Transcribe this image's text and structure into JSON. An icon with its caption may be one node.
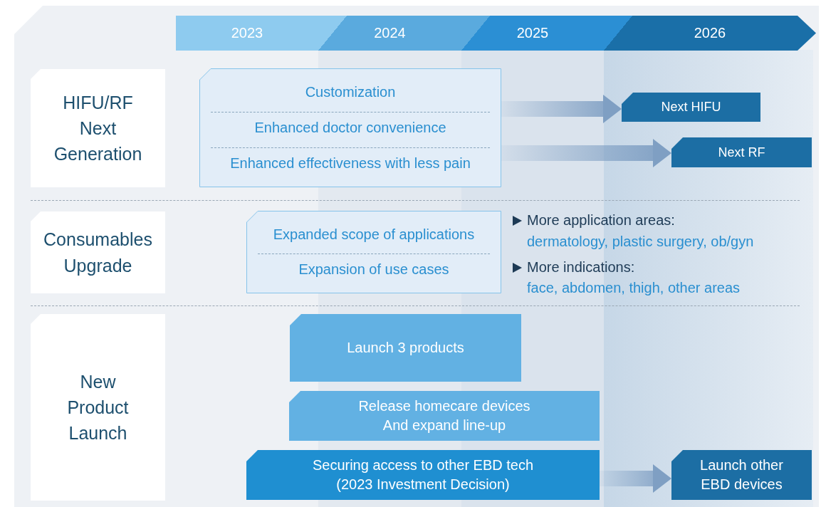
{
  "diagram": {
    "nodes": [
      {
        "text": [
          "2023"
        ]
      },
      {
        "text": [
          "2024"
        ]
      },
      {
        "text": [
          "2025"
        ]
      },
      {
        "text": [
          "2026"
        ]
      },
      {
        "text": [
          "HIFU/RF Next Generation"
        ]
      },
      {
        "text": [
          "Customization",
          "Enhanced doctor convenience",
          "Enhanced effectiveness with less pain"
        ]
      },
      {
        "text": [
          "Next HIFU"
        ]
      },
      {
        "text": [
          "Next RF"
        ]
      },
      {
        "text": [
          "Consumables Upgrade"
        ]
      },
      {
        "text": [
          "Expanded scope of applications",
          "Expansion of use cases"
        ]
      },
      {
        "text": [
          "New Product Launch"
        ]
      },
      {
        "text": [
          "Launch 3 products"
        ]
      },
      {
        "text": [
          "Release homecare devices And expand line-up"
        ]
      },
      {
        "text": [
          "Securing access to other EBD tech (2023 Investment Decision)"
        ]
      },
      {
        "text": [
          "Launch other EBD devices"
        ]
      }
    ],
    "edges": [
      {
        "from": 5,
        "to": 6,
        "arrow": "to",
        "style": "thick"
      },
      {
        "from": 5,
        "to": 7,
        "arrow": "to",
        "style": "thick"
      },
      {
        "from": 13,
        "to": 14,
        "arrow": "to",
        "style": "thick"
      }
    ],
    "labels": [
      "More application areas:",
      "dermatology, plastic surgery, ob/gyn",
      "More indications:",
      "face, abdomen, thigh, other areas"
    ]
  }
}
